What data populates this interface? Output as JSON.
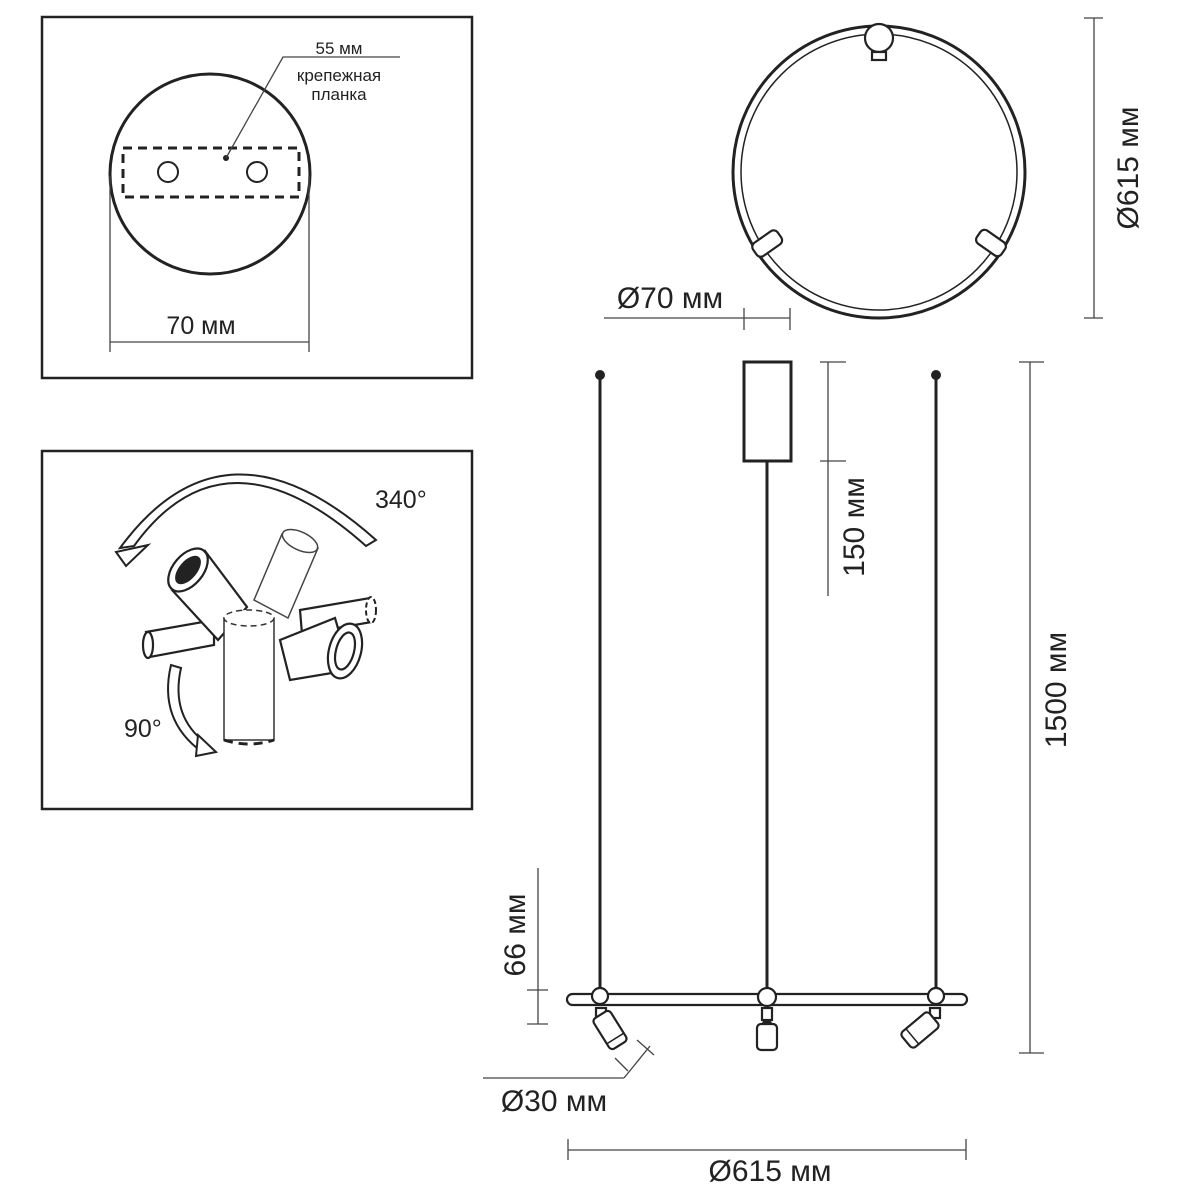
{
  "mount_detail": {
    "bracket_dim": "55 мм",
    "bracket_label_line1": "крепежная",
    "bracket_label_line2": "планка",
    "width_dim": "70 мм"
  },
  "rotation_detail": {
    "horizontal_angle": "340°",
    "vertical_angle": "90°"
  },
  "top_view": {
    "ring_diameter": "Ø615 мм",
    "canopy_diameter": "Ø70 мм"
  },
  "side_view": {
    "canopy_height": "150 мм",
    "total_height": "1500 мм",
    "spot_drop": "66 мм",
    "spot_diameter": "Ø30 мм",
    "bottom_diameter": "Ø615 мм"
  }
}
